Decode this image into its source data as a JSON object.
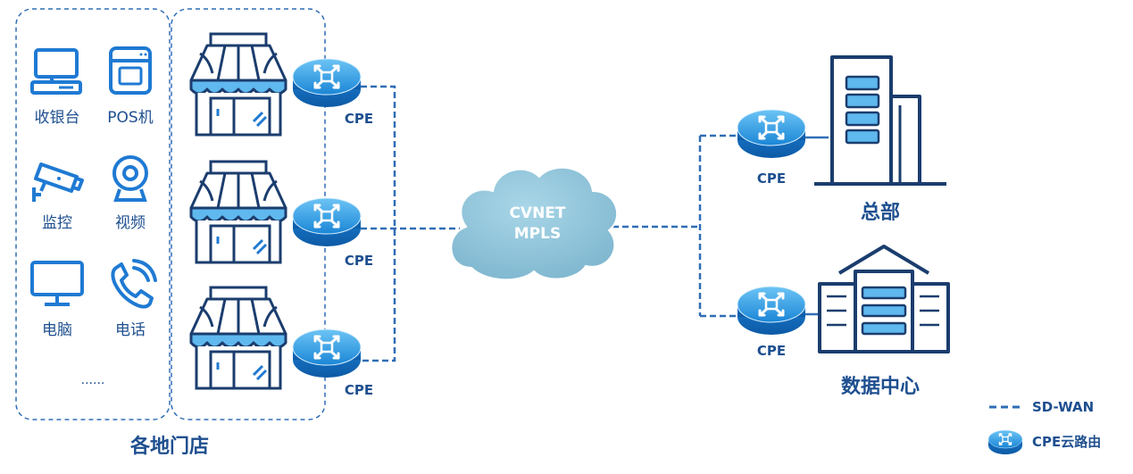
{
  "colors": {
    "line": "#2f6db5",
    "icon_blue": "#1f7ad3",
    "icon_dark": "#1b3d6e",
    "awning_light": "#5fb8ee",
    "router_blue": "#1a86d6",
    "cloud_fill": "#8ec3d9",
    "title_blue": "#1e4f8f"
  },
  "devices": [
    {
      "label": "收银台",
      "icon": "cashier-icon"
    },
    {
      "label": "POS机",
      "icon": "pos-machine-icon"
    },
    {
      "label": "监控",
      "icon": "cctv-camera-icon"
    },
    {
      "label": "视频",
      "icon": "webcam-icon"
    },
    {
      "label": "电脑",
      "icon": "monitor-icon"
    },
    {
      "label": "电话",
      "icon": "phone-icon"
    }
  ],
  "devices_more": "......",
  "branch_group_label": "各地门店",
  "branch_stores": [
    {
      "router_label": "CPE"
    },
    {
      "router_label": "CPE"
    },
    {
      "router_label": "CPE"
    }
  ],
  "cloud": {
    "line1": "CVNET",
    "line2": "MPLS"
  },
  "sites": [
    {
      "name": "总部",
      "router_label": "CPE",
      "icon": "headquarters-building-icon"
    },
    {
      "name": "数据中心",
      "router_label": "CPE",
      "icon": "data-center-building-icon"
    }
  ],
  "legend": {
    "sdwan": "SD-WAN",
    "router": "CPE云路由"
  }
}
